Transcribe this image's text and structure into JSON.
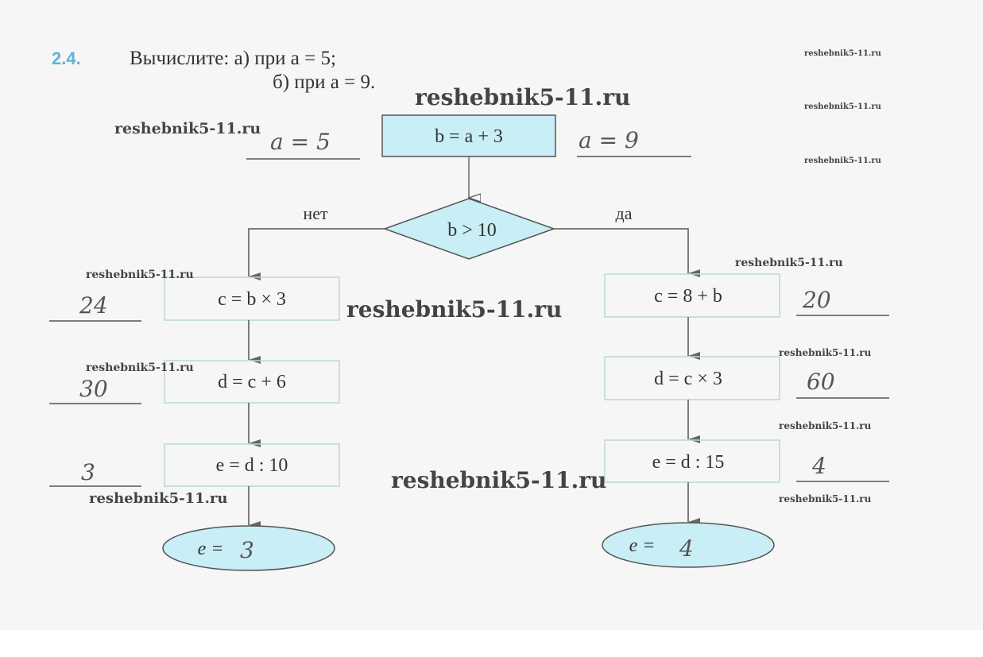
{
  "task": {
    "number": "2.4.",
    "line1": "Вычислите: а) при a = 5;",
    "line2": "б) при a = 9."
  },
  "flowchart": {
    "start": "b = a + 3",
    "condition": "b > 10",
    "no_label": "нет",
    "yes_label": "да",
    "no_branch": [
      "c = b × 3",
      "d = c + 6",
      "e = d : 10"
    ],
    "yes_branch": [
      "c = 8 + b",
      "d = c × 3",
      "e = d : 15"
    ],
    "no_result": "e =",
    "yes_result": "e ="
  },
  "answers": {
    "a5": "a = 5",
    "a9": "a = 9",
    "no_values": [
      "24",
      "30",
      "3"
    ],
    "yes_values": [
      "20",
      "60",
      "4"
    ],
    "no_result": "3",
    "yes_result": "4"
  },
  "watermark": "reshebnik5-11.ru",
  "colors": {
    "fill": "#c9eef5",
    "accent": "#5ab4d8",
    "line": "#555555"
  }
}
